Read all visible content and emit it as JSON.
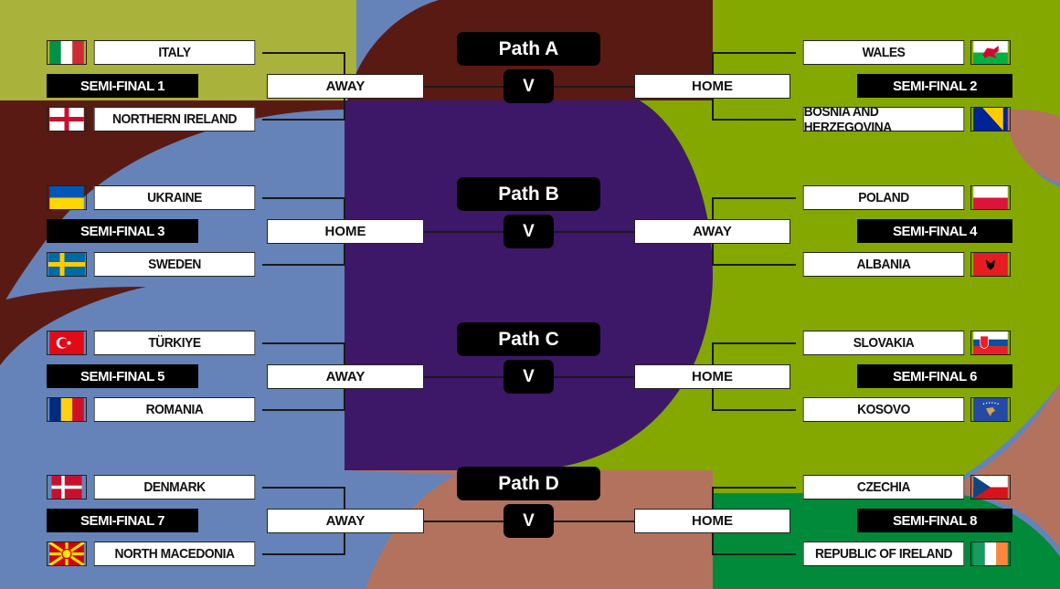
{
  "paths": [
    {
      "label": "Path A",
      "vs": "V",
      "left": {
        "semi": "SEMI-FINAL 1",
        "team1": "ITALY",
        "flag1": "italy-flag",
        "team2": "NORTHERN IRELAND",
        "flag2": "northern-ireland-flag",
        "result": "AWAY"
      },
      "right": {
        "semi": "SEMI-FINAL 2",
        "team1": "WALES",
        "flag1": "wales-flag",
        "team2": "BOSNIA AND HERZEGOVINA",
        "flag2": "bosnia-flag",
        "result": "HOME"
      }
    },
    {
      "label": "Path B",
      "vs": "V",
      "left": {
        "semi": "SEMI-FINAL 3",
        "team1": "UKRAINE",
        "flag1": "ukraine-flag",
        "team2": "SWEDEN",
        "flag2": "sweden-flag",
        "result": "HOME"
      },
      "right": {
        "semi": "SEMI-FINAL 4",
        "team1": "POLAND",
        "flag1": "poland-flag",
        "team2": "ALBANIA",
        "flag2": "albania-flag",
        "result": "AWAY"
      }
    },
    {
      "label": "Path C",
      "vs": "V",
      "left": {
        "semi": "SEMI-FINAL 5",
        "team1": "TÜRKIYE",
        "flag1": "turkiye-flag",
        "team2": "ROMANIA",
        "flag2": "romania-flag",
        "result": "AWAY"
      },
      "right": {
        "semi": "SEMI-FINAL 6",
        "team1": "SLOVAKIA",
        "flag1": "slovakia-flag",
        "team2": "KOSOVO",
        "flag2": "kosovo-flag",
        "result": "HOME"
      }
    },
    {
      "label": "Path D",
      "vs": "V",
      "left": {
        "semi": "SEMI-FINAL 7",
        "team1": "DENMARK",
        "flag1": "denmark-flag",
        "team2": "NORTH MACEDONIA",
        "flag2": "north-macedonia-flag",
        "result": "AWAY"
      },
      "right": {
        "semi": "SEMI-FINAL 8",
        "team1": "CZECHIA",
        "flag1": "czechia-flag",
        "team2": "REPUBLIC OF IRELAND",
        "flag2": "ireland-flag",
        "result": "HOME"
      }
    }
  ]
}
